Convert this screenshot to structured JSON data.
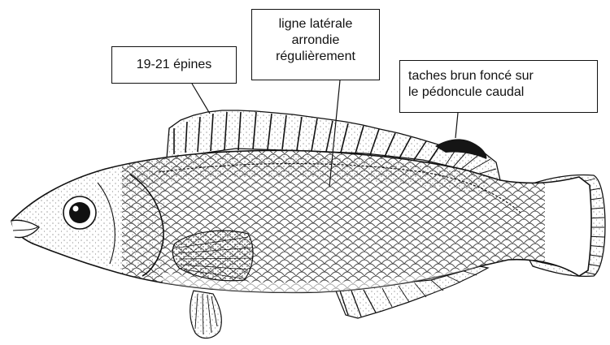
{
  "labels": {
    "spines": "19-21 épines",
    "lateral_line": [
      "ligne latérale",
      "arrondie",
      "régulièrement"
    ],
    "caudal_spots": [
      "taches brun foncé sur",
      "le pédoncule caudal"
    ]
  },
  "colors": {
    "ink": "#111111",
    "background": "#ffffff",
    "body_shade": "#3a3a3a"
  }
}
